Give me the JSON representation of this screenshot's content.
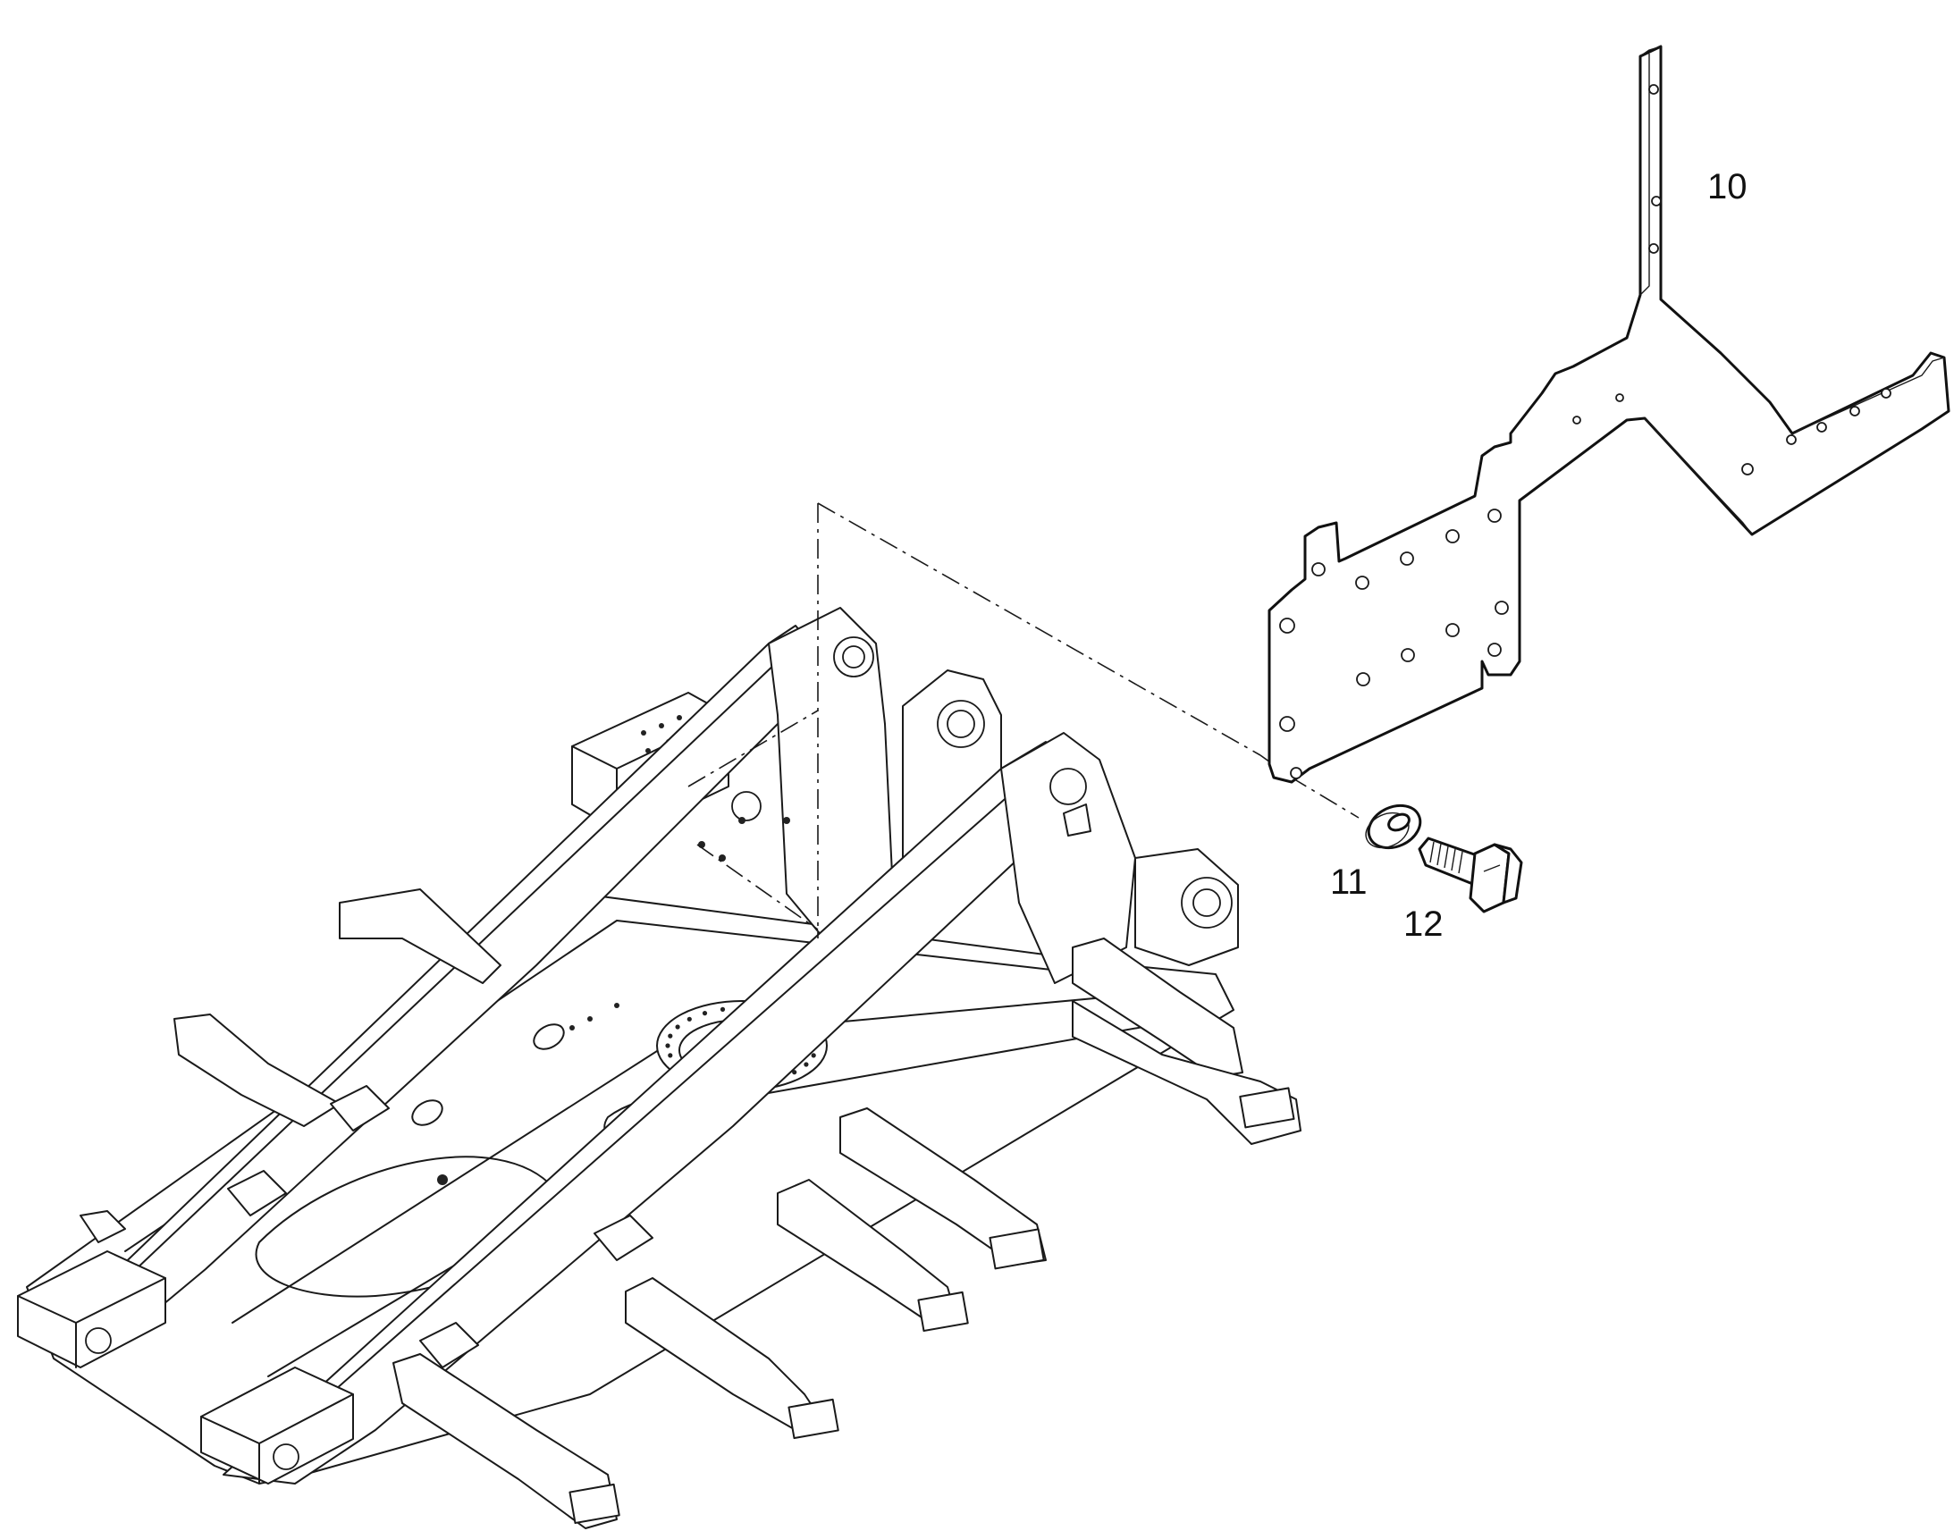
{
  "diagram": {
    "type": "exploded parts diagram",
    "callouts": [
      {
        "id": "callout-10",
        "label": "10",
        "part": "mounting-plate"
      },
      {
        "id": "callout-11",
        "label": "11",
        "part": "washer"
      },
      {
        "id": "callout-12",
        "label": "12",
        "part": "hex-bolt"
      }
    ]
  }
}
